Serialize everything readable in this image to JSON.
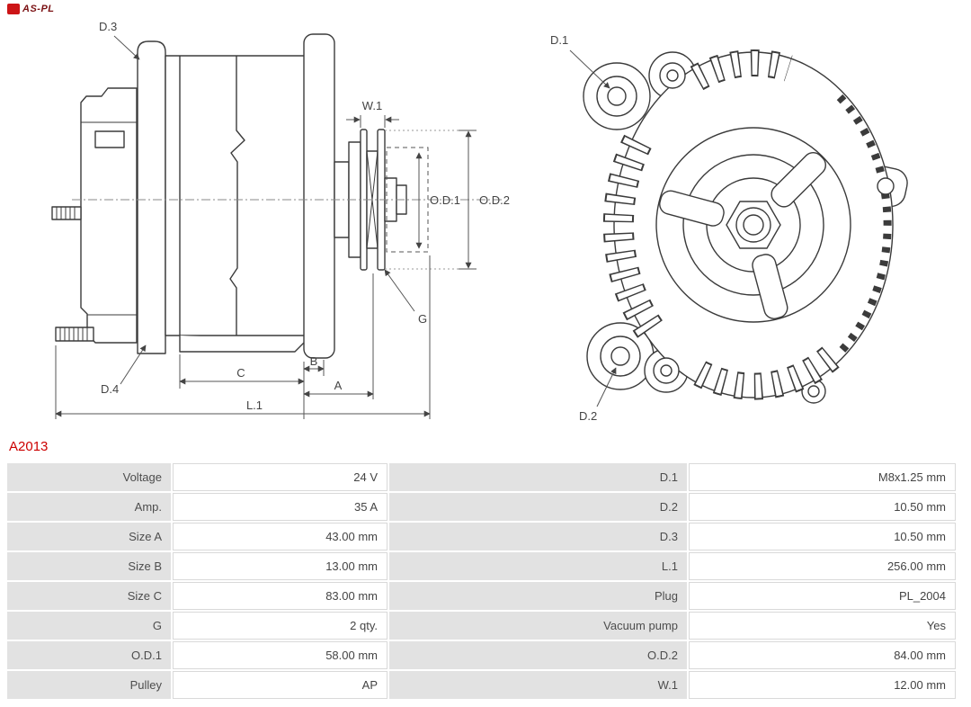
{
  "logo": {
    "text": "AS-PL"
  },
  "part_number": "A2013",
  "diagram": {
    "labels": {
      "d1": "D.1",
      "d2": "D.2",
      "d3": "D.3",
      "d4": "D.4",
      "w1": "W.1",
      "od1": "O.D.1",
      "od2": "O.D.2",
      "g": "G",
      "a": "A",
      "b": "B",
      "c": "C",
      "l1": "L.1"
    }
  },
  "table": {
    "rows": [
      {
        "l1": "Voltage",
        "v1": "24 V",
        "l2": "D.1",
        "v2": "M8x1.25 mm"
      },
      {
        "l1": "Amp.",
        "v1": "35 A",
        "l2": "D.2",
        "v2": "10.50 mm"
      },
      {
        "l1": "Size A",
        "v1": "43.00 mm",
        "l2": "D.3",
        "v2": "10.50 mm"
      },
      {
        "l1": "Size B",
        "v1": "13.00 mm",
        "l2": "L.1",
        "v2": "256.00 mm"
      },
      {
        "l1": "Size C",
        "v1": "83.00 mm",
        "l2": "Plug",
        "v2": "PL_2004"
      },
      {
        "l1": "G",
        "v1": "2 qty.",
        "l2": "Vacuum pump",
        "v2": "Yes"
      },
      {
        "l1": "O.D.1",
        "v1": "58.00 mm",
        "l2": "O.D.2",
        "v2": "84.00 mm"
      },
      {
        "l1": "Pulley",
        "v1": "AP",
        "l2": "W.1",
        "v2": "12.00 mm"
      }
    ]
  }
}
